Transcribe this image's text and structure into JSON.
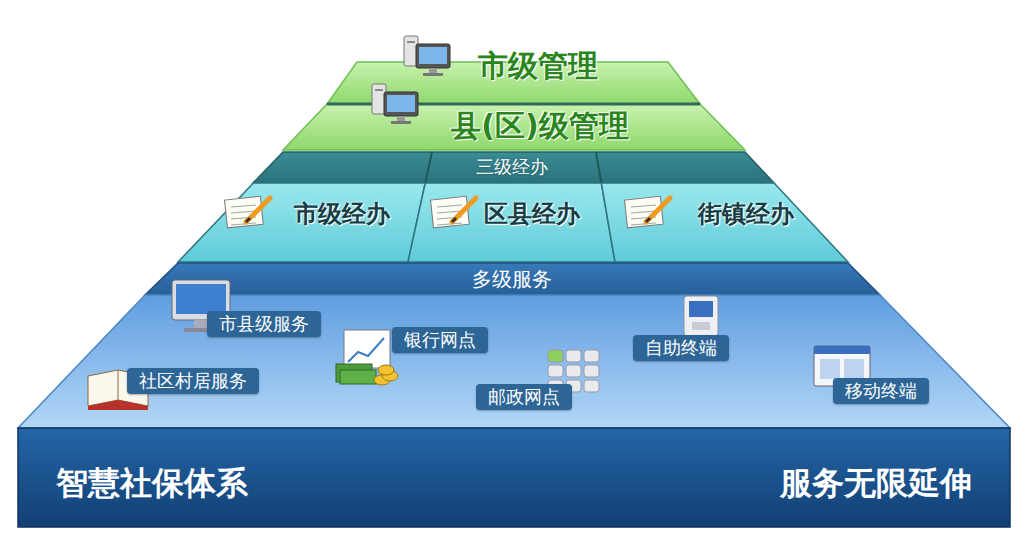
{
  "diagram": {
    "nodes": [
      {
        "text": [
          "市级管理"
        ]
      },
      {
        "text": [
          "县(区)级管理"
        ]
      },
      {
        "text": [
          "三级经办"
        ]
      },
      {
        "text": [
          "市级经办"
        ],
        "in": 2
      },
      {
        "text": [
          "区县经办"
        ],
        "in": 2
      },
      {
        "text": [
          "街镇经办"
        ],
        "in": 2
      },
      {
        "text": [
          "多级服务"
        ]
      },
      {
        "text": [
          "市县级服务"
        ],
        "in": 6
      },
      {
        "text": [
          "银行网点"
        ],
        "in": 6
      },
      {
        "text": [
          "自助终端"
        ],
        "in": 6
      },
      {
        "text": [
          "社区村居服务"
        ],
        "in": 6
      },
      {
        "text": [
          "邮政网点"
        ],
        "in": 6
      },
      {
        "text": [
          "移动终端"
        ],
        "in": 6
      },
      {
        "text": [
          "智慧社保体系",
          "服务无限延伸"
        ]
      }
    ]
  }
}
